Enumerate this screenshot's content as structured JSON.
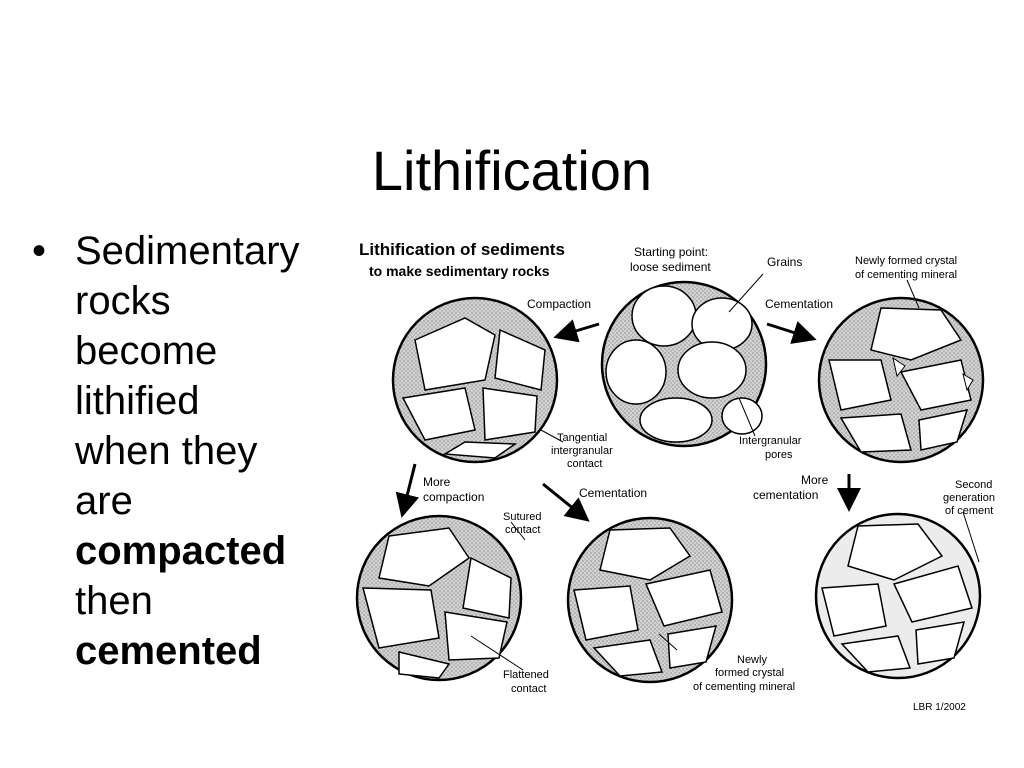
{
  "slide": {
    "title": "Lithification",
    "bullet_lines": [
      {
        "text": "Sedimentary",
        "bold": false
      },
      {
        "text": "rocks",
        "bold": false
      },
      {
        "text": "become",
        "bold": false
      },
      {
        "text": "lithified",
        "bold": false
      },
      {
        "text": "when they",
        "bold": false
      },
      {
        "text": "are",
        "bold": false
      },
      {
        "text": "compacted",
        "bold": true
      },
      {
        "text": "then",
        "bold": false
      },
      {
        "text": "cemented",
        "bold": true
      }
    ]
  },
  "figure": {
    "title_line1": "Lithification of sediments",
    "title_line2": "to make sedimentary rocks",
    "start_line1": "Starting point:",
    "start_line2": "loose sediment",
    "grains": "Grains",
    "newly_top_line1": "Newly formed crystal",
    "newly_top_line2": "of cementing mineral",
    "compaction": "Compaction",
    "cementation_top": "Cementation",
    "tangential_line1": "Tangential",
    "tangential_line2": "intergranular",
    "tangential_line3": "contact",
    "pores_line1": "Intergranular",
    "pores_line2": "pores",
    "more_compaction_line1": "More",
    "more_compaction_line2": "compaction",
    "sutured_line1": "Sutured",
    "sutured_line2": "contact",
    "cementation_mid": "Cementation",
    "more_cementation_line1": "More",
    "more_cementation_line2": "cementation",
    "second_line1": "Second",
    "second_line2": "generation",
    "second_line3": "of cement",
    "flattened_line1": "Flattened",
    "flattened_line2": "contact",
    "newly_bottom_line1": "Newly",
    "newly_bottom_line2": "formed crystal",
    "newly_bottom_line3": "of cementing mineral",
    "credit": "LBR 1/2002"
  },
  "colors": {
    "background": "#ffffff",
    "text": "#000000",
    "pore_fill": "#c8c8c8"
  }
}
